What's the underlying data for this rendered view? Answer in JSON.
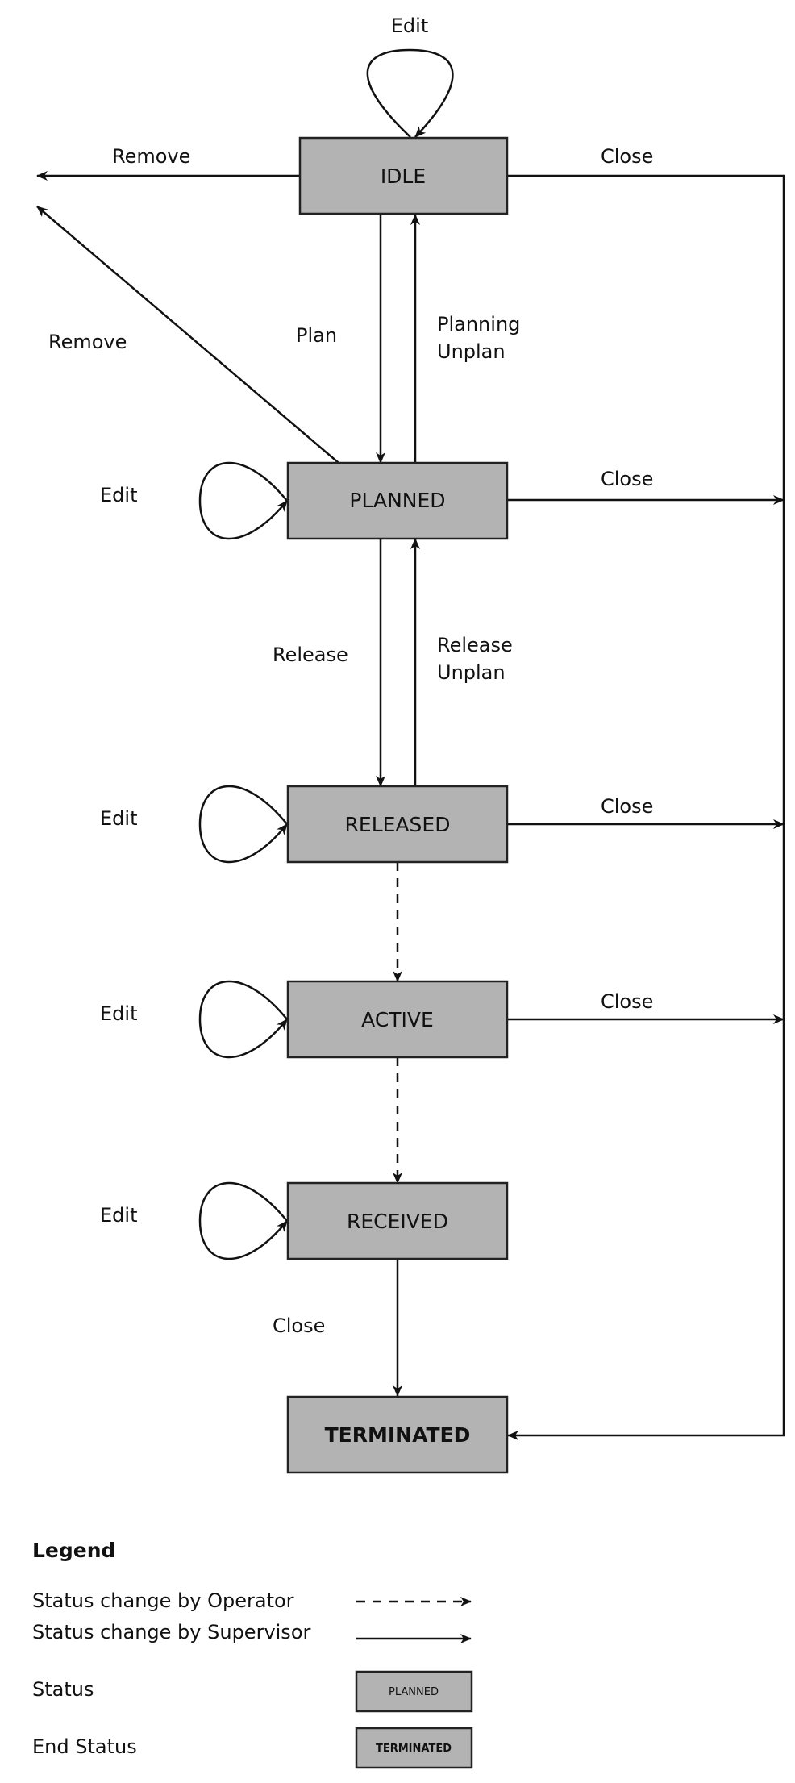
{
  "states": {
    "idle": "IDLE",
    "planned": "PLANNED",
    "released": "RELEASED",
    "active": "ACTIVE",
    "received": "RECEIVED",
    "terminated": "TERMINATED"
  },
  "transitions": {
    "idle_edit": "Edit",
    "idle_remove": "Remove",
    "idle_close": "Close",
    "plan": "Plan",
    "planning_unplan_1": "Planning",
    "planning_unplan_2": "Unplan",
    "planned_remove": "Remove",
    "planned_edit": "Edit",
    "planned_close": "Close",
    "release": "Release",
    "release_unplan_1": "Release",
    "release_unplan_2": "Unplan",
    "released_edit": "Edit",
    "released_close": "Close",
    "active_edit": "Edit",
    "active_close": "Close",
    "received_edit": "Edit",
    "received_close": "Close"
  },
  "legend": {
    "title": "Legend",
    "operator": "Status change by Operator",
    "supervisor": "Status change by Supervisor",
    "status": "Status",
    "status_sample": "PLANNED",
    "end_status": "End Status",
    "end_status_sample": "TERMINATED"
  },
  "colors": {
    "box_fill": "#b3b3b3",
    "line": "#111111"
  }
}
